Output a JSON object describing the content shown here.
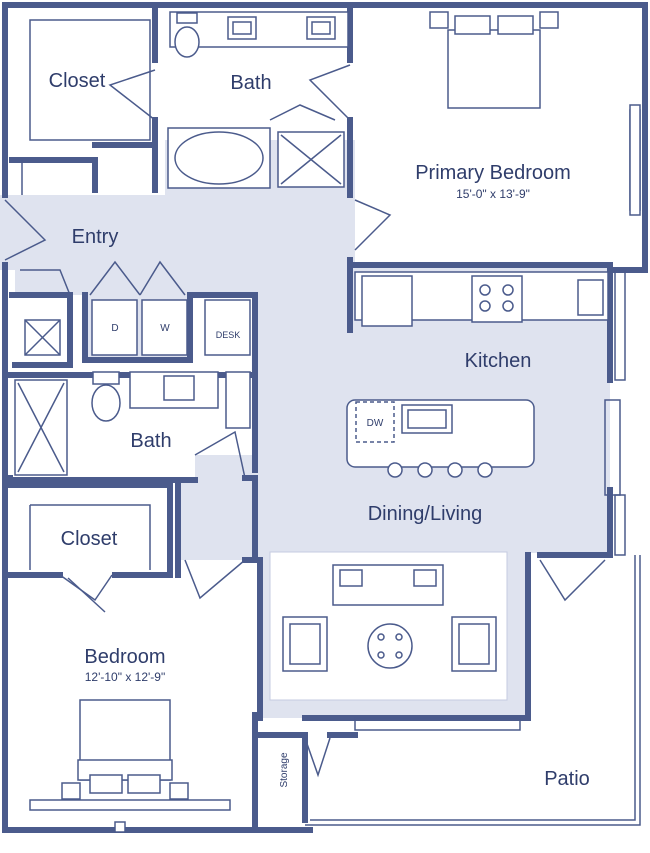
{
  "colors": {
    "wall": "#4b5b8c",
    "floor_shade": "#dfe3ef",
    "fixture_stroke": "#4b5b8c",
    "text": "#2f3d6b"
  },
  "rooms": {
    "closet_top": "Closet",
    "bath_top": "Bath",
    "primary_bedroom": "Primary Bedroom",
    "primary_bedroom_dims": "15'-0\" x 13'-9\"",
    "entry": "Entry",
    "kitchen": "Kitchen",
    "bath_middle": "Bath",
    "dining_living": "Dining/Living",
    "closet_bottom": "Closet",
    "bedroom": "Bedroom",
    "bedroom_dims": "12'-10\" x 12'-9\"",
    "storage": "Storage",
    "patio": "Patio"
  },
  "appliances": {
    "dryer": "D",
    "washer": "W",
    "desk": "DESK",
    "dishwasher": "DW"
  }
}
